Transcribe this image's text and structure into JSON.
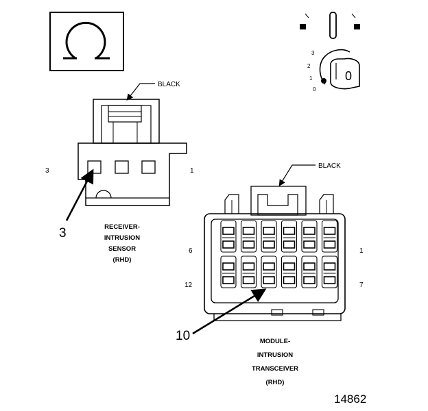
{
  "symbol": {
    "icon": "ohm-icon",
    "text": "Ω"
  },
  "key_positions": [
    "3",
    "2",
    "1",
    "0"
  ],
  "key_text": "0",
  "connector_a": {
    "color_label": "BLACK",
    "pin_left": "3",
    "pin_right": "1",
    "callout": "3",
    "caption": [
      "RECEIVER-",
      "INTRUSION",
      "SENSOR",
      "(RHD)"
    ]
  },
  "connector_b": {
    "color_label": "BLACK",
    "pin_top_left": "6",
    "pin_top_right": "1",
    "pin_bottom_left": "12",
    "pin_bottom_right": "7",
    "callout": "10",
    "caption": [
      "MODULE-",
      "INTRUSION",
      "TRANSCEIVER",
      "(RHD)"
    ]
  },
  "figure_number": "14862"
}
